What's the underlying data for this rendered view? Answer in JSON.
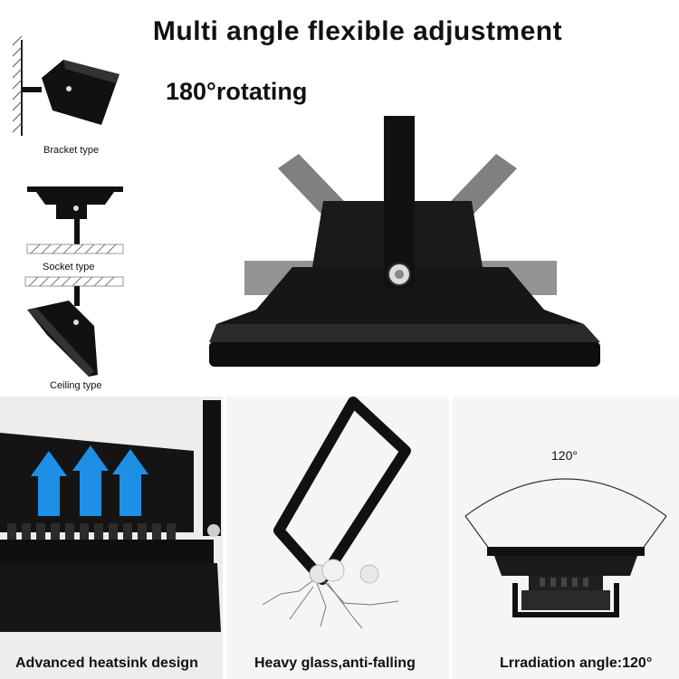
{
  "header": {
    "title": "Multi angle flexible adjustment",
    "subtitle": "180°rotating"
  },
  "mounting": {
    "bracket_label": "Bracket type",
    "socket_label": "Socket type",
    "ceiling_label": "Ceiling type"
  },
  "features": {
    "heatsink_caption": "Advanced heatsink design",
    "glass_caption": "Heavy glass,anti-falling",
    "irradiation_caption": "Lrradiation angle:120°",
    "angle_value": "120°"
  },
  "colors": {
    "light_body": "#111111",
    "arrow_blue": "#1f8fe5",
    "panel_bg": "#f3f3f3"
  }
}
